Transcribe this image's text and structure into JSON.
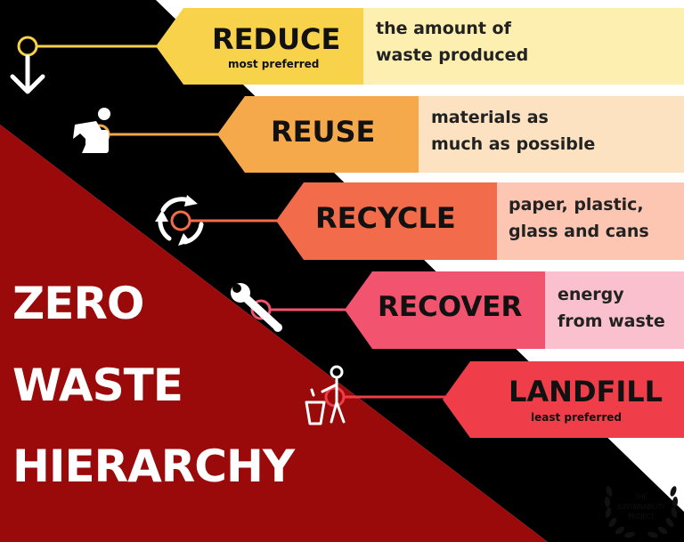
{
  "title": {
    "line1": "ZERO",
    "line2": "WASTE",
    "line3": "HIERARCHY"
  },
  "levels": [
    {
      "title": "REDUCE",
      "sub": "most preferred",
      "desc1": "the amount of",
      "desc2": "waste produced",
      "icon": "down-arrow-icon",
      "color": "#f7d24a",
      "desc_bg": "#fdefb0"
    },
    {
      "title": "REUSE",
      "sub": "",
      "desc1": "materials as",
      "desc2": "much as possible",
      "icon": "person-bin-icon",
      "color": "#f5a94a",
      "desc_bg": "#fde2c2"
    },
    {
      "title": "RECYCLE",
      "sub": "",
      "desc1": "paper, plastic,",
      "desc2": "glass and cans",
      "icon": "recycle-arrows-icon",
      "color": "#f26b4a",
      "desc_bg": "#fdc6b2"
    },
    {
      "title": "RECOVER",
      "sub": "",
      "desc1": "energy",
      "desc2": "from waste",
      "icon": "wrench-icon",
      "color": "#f2536e",
      "desc_bg": "#fbc0cd"
    },
    {
      "title": "LANDFILL",
      "sub": "least preferred",
      "desc1": "",
      "desc2": "",
      "icon": "person-trash-icon",
      "color": "#ef3e4a",
      "desc_bg": ""
    }
  ],
  "logo": {
    "line1": "THE",
    "line2": "SUSTAINABILITY",
    "line3": "PROJECT",
    "icon": "laurel-wreath-icon"
  },
  "colors": {
    "dark_red": "#9b0a0a",
    "black": "#000000",
    "white": "#ffffff"
  }
}
